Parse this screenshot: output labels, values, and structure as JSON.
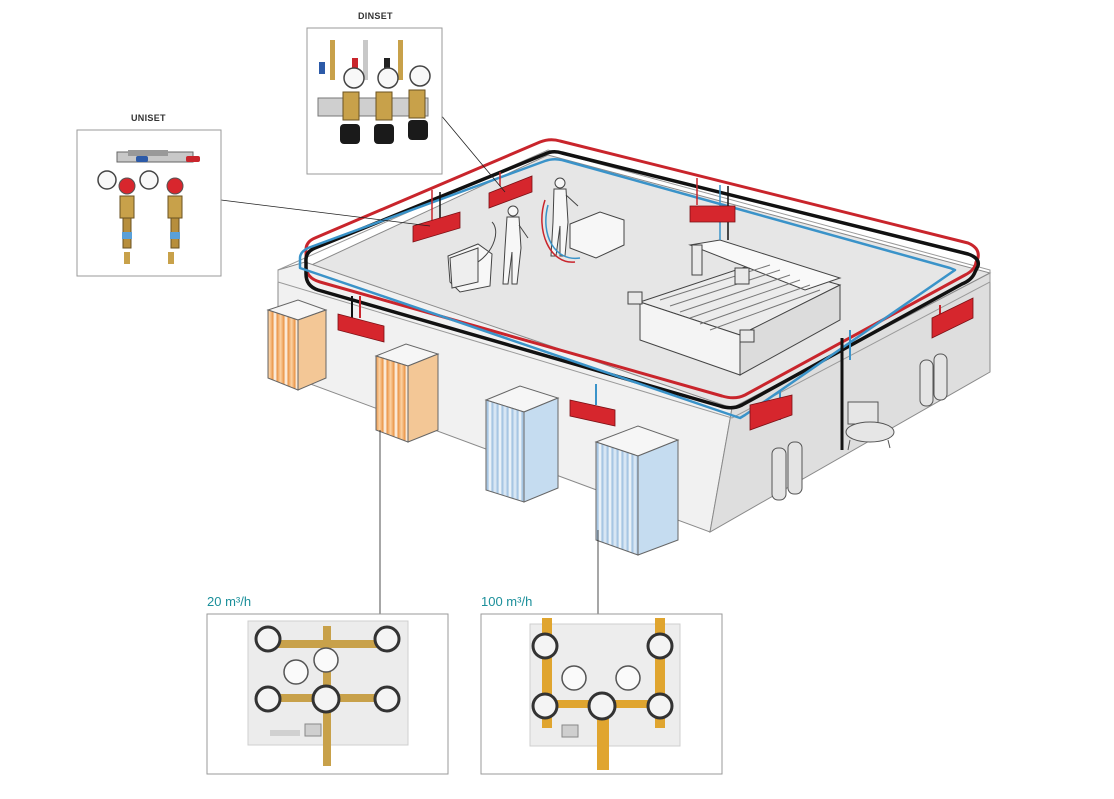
{
  "labels": {
    "dinset": "DINSET",
    "uniset": "UNISET",
    "flow_small": "20 m³/h",
    "flow_large": "100 m³/h"
  },
  "colors": {
    "pipe_red": "#c9252c",
    "pipe_blue": "#3a93c9",
    "pipe_black": "#111111",
    "flow_text": "#1b8f9a",
    "cylinder_orange": "#f0a05a",
    "cylinder_blue": "#a9c9e6"
  },
  "icons": {
    "uniset_photo": "regulator-panel-icon",
    "dinset_photo": "regulator-manifold-icon",
    "station_small": "gas-station-panel-icon",
    "station_large": "gas-station-panel-icon"
  }
}
